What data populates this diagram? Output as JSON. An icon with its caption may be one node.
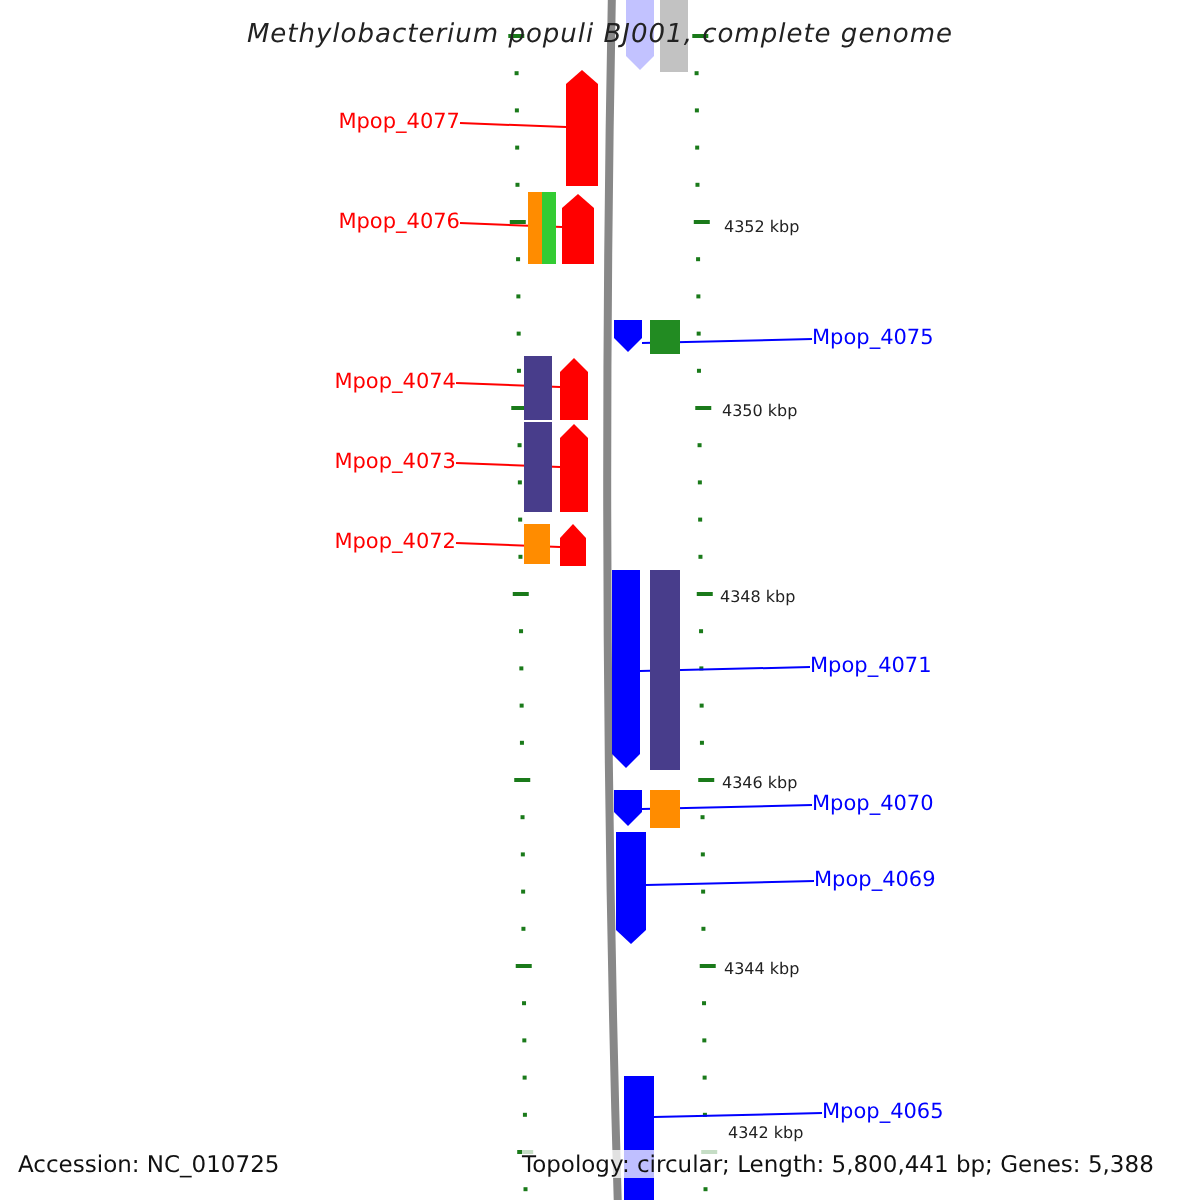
{
  "diagram": {
    "title": "Methylobacterium populi BJ001, complete genome",
    "nodes": [
      {
        "text": [
          "Mpop_4077"
        ]
      },
      {
        "text": [],
        "shape": "bar"
      },
      {
        "text": [
          "Mpop_4076"
        ]
      },
      {
        "text": [],
        "shape": "bar"
      },
      {
        "text": [
          "Mpop_4075"
        ]
      },
      {
        "text": [],
        "shape": "bar"
      },
      {
        "text": [
          "Mpop_4074"
        ]
      },
      {
        "text": [],
        "shape": "bar"
      },
      {
        "text": [
          "Mpop_4073"
        ]
      },
      {
        "text": [],
        "shape": "bar"
      },
      {
        "text": [
          "Mpop_4072"
        ]
      },
      {
        "text": [],
        "shape": "bar"
      },
      {
        "text": [
          "Mpop_4071"
        ]
      },
      {
        "text": [],
        "shape": "bar"
      },
      {
        "text": [
          "Mpop_4070"
        ]
      },
      {
        "text": [],
        "shape": "bar"
      },
      {
        "text": [
          "Mpop_4069"
        ]
      },
      {
        "text": [],
        "shape": "bar"
      },
      {
        "text": [
          "Mpop_4065"
        ]
      },
      {
        "text": [],
        "shape": "bar"
      }
    ],
    "edges": [
      {
        "from": 0,
        "to": 1,
        "arrow": "none"
      },
      {
        "from": 2,
        "to": 3,
        "arrow": "none"
      },
      {
        "from": 4,
        "to": 5,
        "arrow": "none",
        "color": "#0000ff"
      },
      {
        "from": 6,
        "to": 7,
        "arrow": "none"
      },
      {
        "from": 8,
        "to": 9,
        "arrow": "none"
      },
      {
        "from": 10,
        "to": 11,
        "arrow": "none"
      },
      {
        "from": 12,
        "to": 13,
        "arrow": "none",
        "color": "#0000ff"
      },
      {
        "from": 14,
        "to": 15,
        "arrow": "none",
        "color": "#0000ff"
      },
      {
        "from": 16,
        "to": 17,
        "arrow": "none",
        "color": "#0000ff"
      },
      {
        "from": 18,
        "to": 19,
        "arrow": "none",
        "color": "#0000ff"
      }
    ],
    "labels": [
      "4352 kbp",
      "4350 kbp",
      "4348 kbp",
      "4346 kbp",
      "4344 kbp",
      "4342 kbp",
      "Accession: NC_010725",
      "Topology: circular; Length: 5,800,441 bp; Genes: 5,388"
    ]
  }
}
